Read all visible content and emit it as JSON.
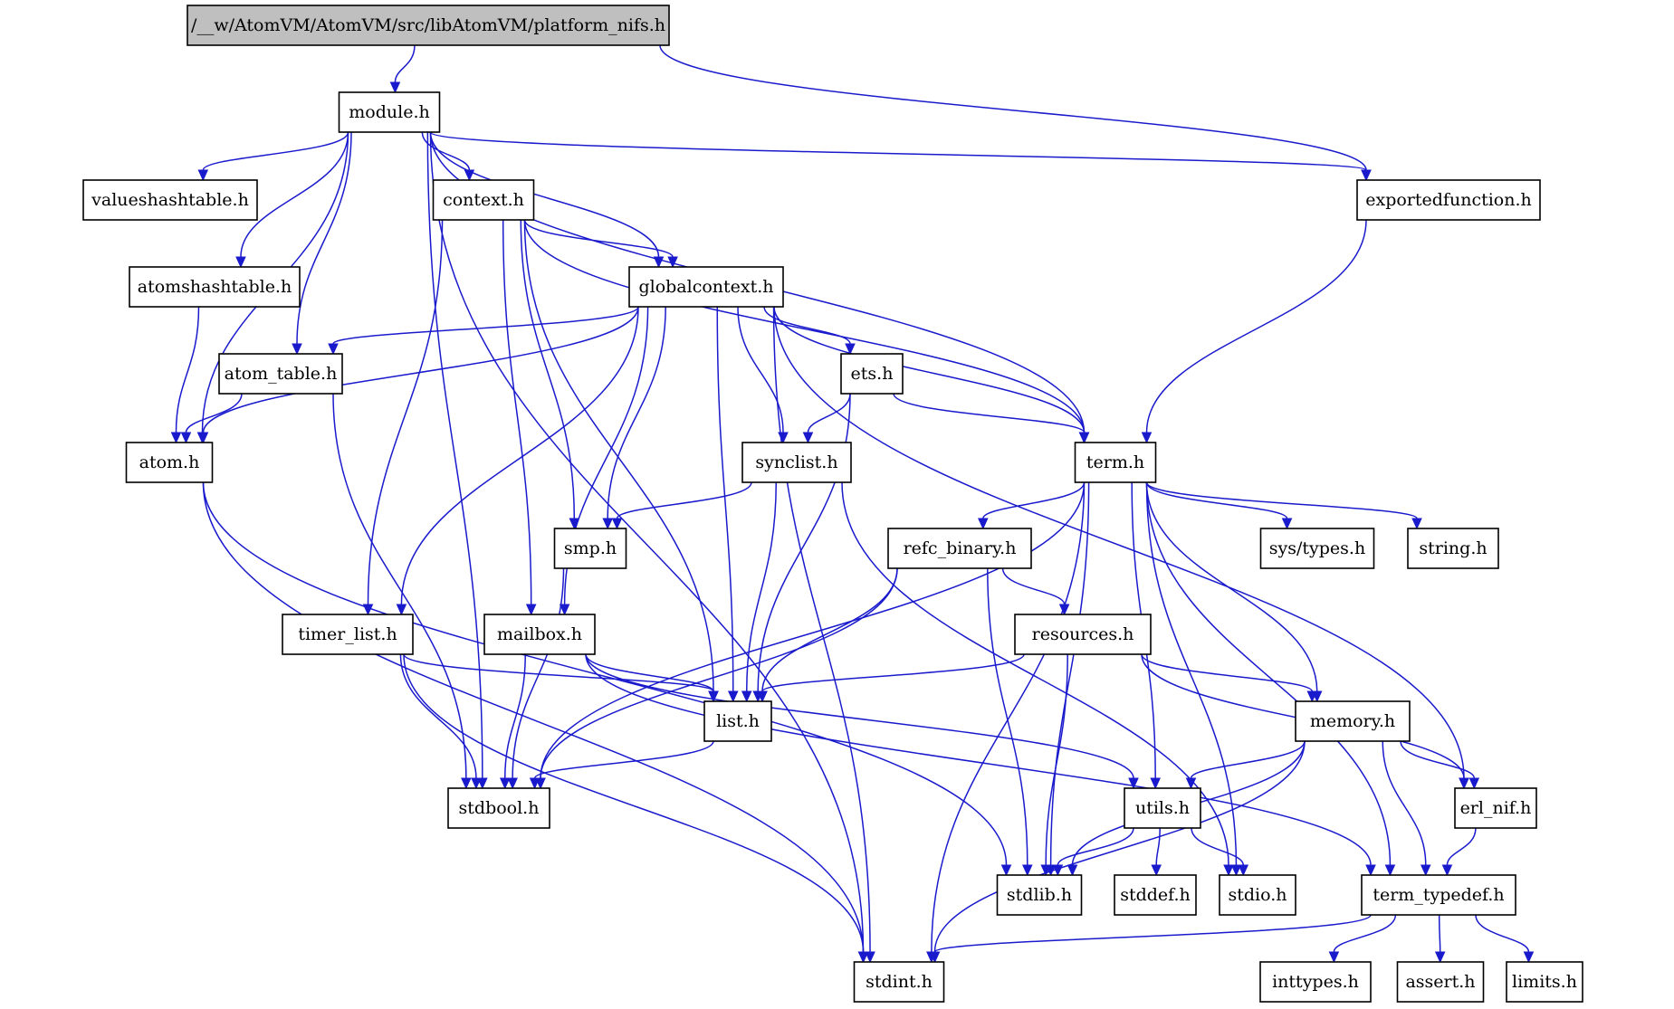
{
  "diagram": {
    "nodes": [
      {
        "id": "platform_nifs",
        "label": "/__w/AtomVM/AtomVM/src/libAtomVM/platform_nifs.h",
        "root": true
      },
      {
        "id": "module",
        "label": "module.h"
      },
      {
        "id": "valueshashtable",
        "label": "valueshashtable.h"
      },
      {
        "id": "context",
        "label": "context.h"
      },
      {
        "id": "exportedfunction",
        "label": "exportedfunction.h"
      },
      {
        "id": "atomshashtable",
        "label": "atomshashtable.h"
      },
      {
        "id": "globalcontext",
        "label": "globalcontext.h"
      },
      {
        "id": "atom_table",
        "label": "atom_table.h"
      },
      {
        "id": "ets",
        "label": "ets.h"
      },
      {
        "id": "atom",
        "label": "atom.h"
      },
      {
        "id": "synclist",
        "label": "synclist.h"
      },
      {
        "id": "term",
        "label": "term.h"
      },
      {
        "id": "smp",
        "label": "smp.h"
      },
      {
        "id": "refc_binary",
        "label": "refc_binary.h"
      },
      {
        "id": "systypes",
        "label": "sys/types.h"
      },
      {
        "id": "string",
        "label": "string.h"
      },
      {
        "id": "timer_list",
        "label": "timer_list.h"
      },
      {
        "id": "mailbox",
        "label": "mailbox.h"
      },
      {
        "id": "resources",
        "label": "resources.h"
      },
      {
        "id": "list",
        "label": "list.h"
      },
      {
        "id": "memory",
        "label": "memory.h"
      },
      {
        "id": "stdbool",
        "label": "stdbool.h"
      },
      {
        "id": "utils",
        "label": "utils.h"
      },
      {
        "id": "erl_nif",
        "label": "erl_nif.h"
      },
      {
        "id": "stdlib",
        "label": "stdlib.h"
      },
      {
        "id": "stddef",
        "label": "stddef.h"
      },
      {
        "id": "stdio",
        "label": "stdio.h"
      },
      {
        "id": "term_typedef",
        "label": "term_typedef.h"
      },
      {
        "id": "stdint",
        "label": "stdint.h"
      },
      {
        "id": "inttypes",
        "label": "inttypes.h"
      },
      {
        "id": "assert",
        "label": "assert.h"
      },
      {
        "id": "limits",
        "label": "limits.h"
      }
    ],
    "edges": [
      [
        "platform_nifs",
        "module"
      ],
      [
        "platform_nifs",
        "exportedfunction"
      ],
      [
        "module",
        "valueshashtable"
      ],
      [
        "module",
        "context"
      ],
      [
        "module",
        "exportedfunction"
      ],
      [
        "module",
        "atomshashtable"
      ],
      [
        "module",
        "globalcontext"
      ],
      [
        "module",
        "atom_table"
      ],
      [
        "module",
        "atom"
      ],
      [
        "module",
        "term"
      ],
      [
        "module",
        "stdbool"
      ],
      [
        "module",
        "stdint"
      ],
      [
        "context",
        "globalcontext"
      ],
      [
        "context",
        "term"
      ],
      [
        "context",
        "smp"
      ],
      [
        "context",
        "timer_list"
      ],
      [
        "context",
        "mailbox"
      ],
      [
        "context",
        "list"
      ],
      [
        "exportedfunction",
        "term"
      ],
      [
        "atomshashtable",
        "atom"
      ],
      [
        "globalcontext",
        "atom_table"
      ],
      [
        "globalcontext",
        "atom"
      ],
      [
        "globalcontext",
        "ets"
      ],
      [
        "globalcontext",
        "synclist"
      ],
      [
        "globalcontext",
        "term"
      ],
      [
        "globalcontext",
        "smp"
      ],
      [
        "globalcontext",
        "timer_list"
      ],
      [
        "globalcontext",
        "mailbox"
      ],
      [
        "globalcontext",
        "list"
      ],
      [
        "globalcontext",
        "erl_nif"
      ],
      [
        "globalcontext",
        "stdint"
      ],
      [
        "atom_table",
        "atom"
      ],
      [
        "atom_table",
        "stdbool"
      ],
      [
        "ets",
        "synclist"
      ],
      [
        "ets",
        "term"
      ],
      [
        "ets",
        "list"
      ],
      [
        "atom",
        "stdlib"
      ],
      [
        "atom",
        "stdint"
      ],
      [
        "synclist",
        "smp"
      ],
      [
        "synclist",
        "list"
      ],
      [
        "synclist",
        "stdio"
      ],
      [
        "term",
        "refc_binary"
      ],
      [
        "term",
        "systypes"
      ],
      [
        "term",
        "string"
      ],
      [
        "term",
        "memory"
      ],
      [
        "term",
        "utils"
      ],
      [
        "term",
        "stdbool"
      ],
      [
        "term",
        "stdlib"
      ],
      [
        "term",
        "stdio"
      ],
      [
        "term",
        "term_typedef"
      ],
      [
        "term",
        "stdint"
      ],
      [
        "smp",
        "stdbool"
      ],
      [
        "refc_binary",
        "resources"
      ],
      [
        "refc_binary",
        "list"
      ],
      [
        "refc_binary",
        "stdbool"
      ],
      [
        "refc_binary",
        "stdlib"
      ],
      [
        "timer_list",
        "list"
      ],
      [
        "timer_list",
        "stdbool"
      ],
      [
        "timer_list",
        "stdint"
      ],
      [
        "mailbox",
        "list"
      ],
      [
        "mailbox",
        "stdbool"
      ],
      [
        "mailbox",
        "utils"
      ],
      [
        "mailbox",
        "term_typedef"
      ],
      [
        "resources",
        "list"
      ],
      [
        "resources",
        "memory"
      ],
      [
        "resources",
        "erl_nif"
      ],
      [
        "resources",
        "stdlib"
      ],
      [
        "list",
        "stdbool"
      ],
      [
        "memory",
        "utils"
      ],
      [
        "memory",
        "erl_nif"
      ],
      [
        "memory",
        "term_typedef"
      ],
      [
        "memory",
        "stdlib"
      ],
      [
        "memory",
        "stdint"
      ],
      [
        "utils",
        "stdlib"
      ],
      [
        "utils",
        "stddef"
      ],
      [
        "utils",
        "stdio"
      ],
      [
        "erl_nif",
        "term_typedef"
      ],
      [
        "term_typedef",
        "inttypes"
      ],
      [
        "term_typedef",
        "assert"
      ],
      [
        "term_typedef",
        "limits"
      ],
      [
        "term_typedef",
        "stdint"
      ]
    ]
  },
  "colors": {
    "edge": "#1a1acd",
    "root_fill": "#bfbfbf",
    "node_fill": "#ffffff",
    "node_border": "#000000"
  }
}
